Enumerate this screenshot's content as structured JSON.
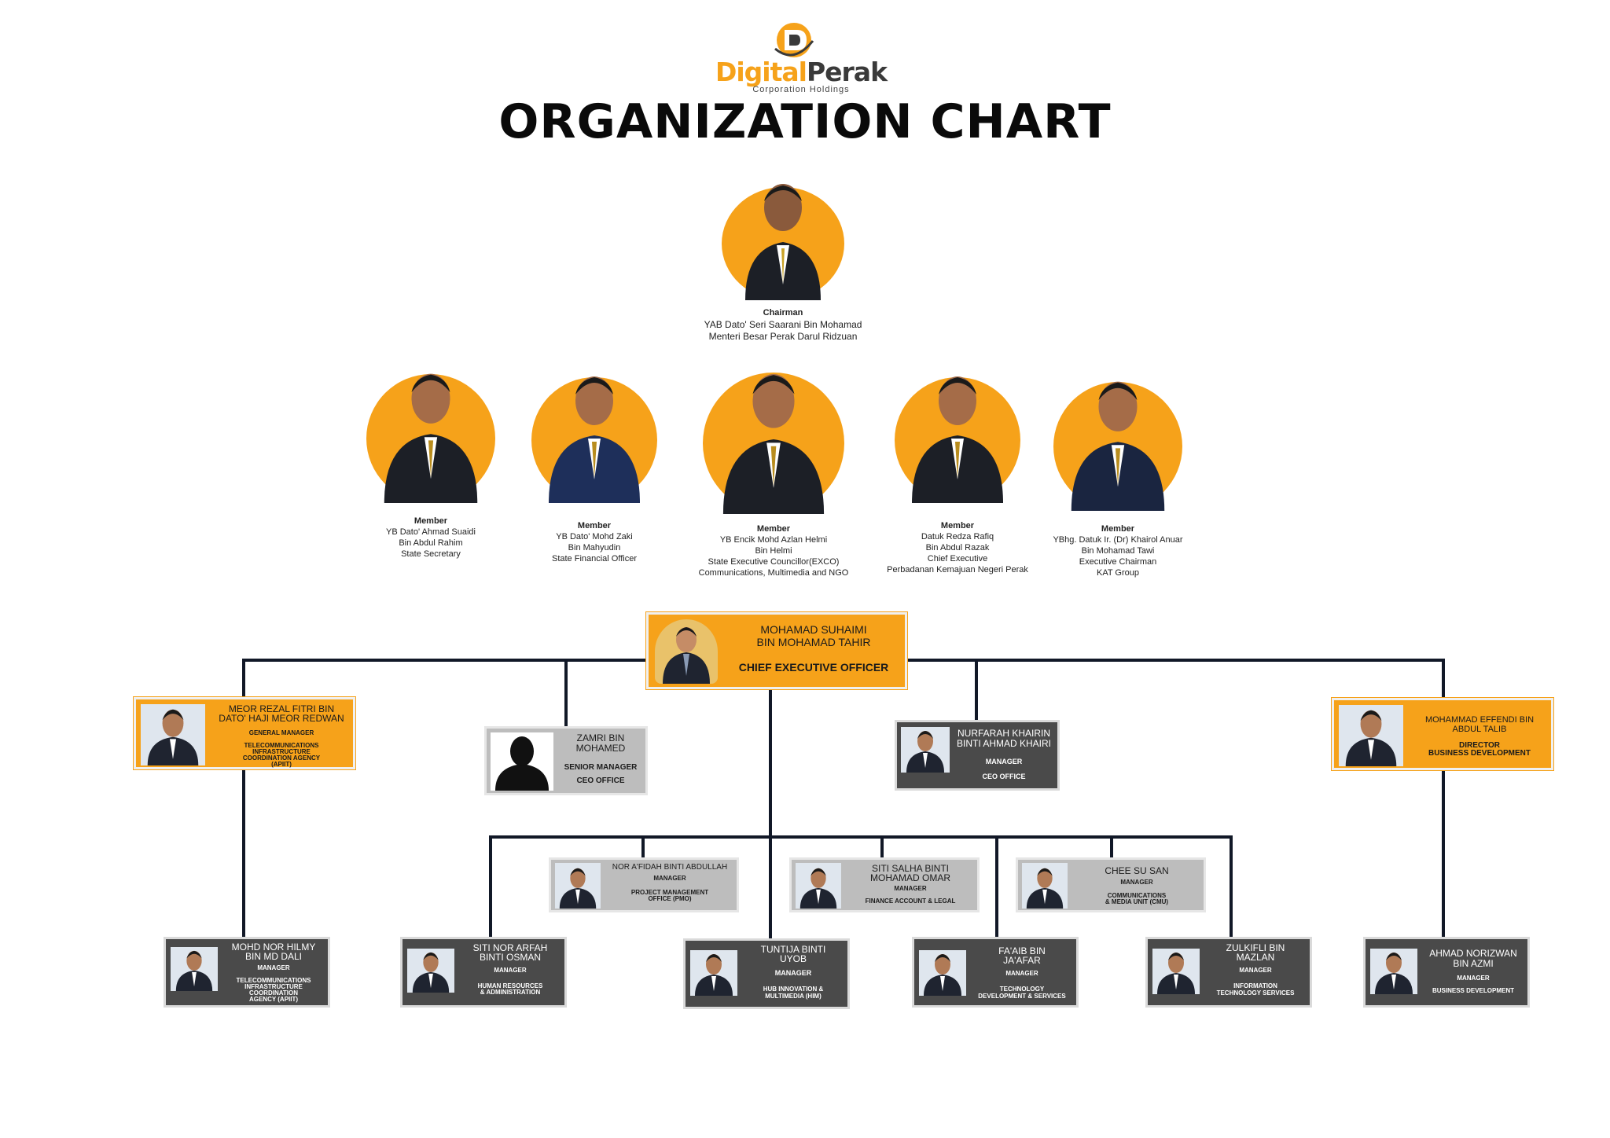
{
  "logo": {
    "name_part1": "Digital",
    "name_part2": "Perak",
    "tagline": "Corporation Holdings"
  },
  "title": "ORGANIZATION CHART",
  "chairman": {
    "role": "Chairman",
    "line1": "YAB Dato' Seri Saarani Bin Mohamad",
    "line2": "Menteri Besar Perak Darul Ridzuan"
  },
  "board": [
    {
      "role": "Member",
      "lines": [
        "YB Dato' Ahmad Suaidi",
        "Bin Abdul Rahim",
        "State Secretary"
      ]
    },
    {
      "role": "Member",
      "lines": [
        "YB Dato' Mohd Zaki",
        "Bin Mahyudin",
        "State Financial Officer"
      ]
    },
    {
      "role": "Member",
      "lines": [
        "YB Encik Mohd Azlan Helmi",
        "Bin Helmi",
        "State Executive Councillor(EXCO)",
        "Communications, Multimedia and NGO"
      ]
    },
    {
      "role": "Member",
      "lines": [
        "Datuk Redza Rafiq",
        "Bin Abdul Razak",
        "Chief Executive",
        "Perbadanan Kemajuan Negeri Perak"
      ]
    },
    {
      "role": "Member",
      "lines": [
        "YBhg. Datuk Ir. (Dr) Khairol Anuar",
        "Bin Mohamad Tawi",
        "Executive Chairman",
        "KAT Group"
      ]
    }
  ],
  "ceo": {
    "name1": "MOHAMAD SUHAIMI",
    "name2": "BIN MOHAMAD TAHIR",
    "role": "CHIEF EXECUTIVE OFFICER"
  },
  "gm": {
    "name1": "MEOR REZAL FITRI BIN",
    "name2": "DATO' HAJI MEOR REDWAN",
    "role": "GENERAL MANAGER",
    "dept1": "TELECOMMUNICATIONS",
    "dept2": "INFRASTRUCTURE",
    "dept3": "COORDINATION AGENCY",
    "dept4": "(APIIT)"
  },
  "zamri": {
    "name1": "ZAMRI BIN",
    "name2": "MOHAMED",
    "role": "SENIOR MANAGER",
    "dept": "CEO OFFICE"
  },
  "nurfarah": {
    "name1": "NURFARAH KHAIRIN",
    "name2": "BINTI AHMAD KHAIRI",
    "role": "MANAGER",
    "dept": "CEO OFFICE"
  },
  "director": {
    "name1": "MOHAMMAD EFFENDI BIN",
    "name2": "ABDUL TALIB",
    "role": "DIRECTOR",
    "dept": "BUSINESS DEVELOPMENT"
  },
  "afidah": {
    "name1": "NOR A'FIDAH BINTI ABDULLAH",
    "role": "MANAGER",
    "dept1": "PROJECT MANAGEMENT",
    "dept2": "OFFICE (PMO)"
  },
  "salha": {
    "name1": "SITI SALHA BINTI",
    "name2": "MOHAMAD OMAR",
    "role": "MANAGER",
    "dept": "FINANCE ACCOUNT & LEGAL"
  },
  "chee": {
    "name1": "CHEE SU SAN",
    "role": "MANAGER",
    "dept1": "COMMUNICATIONS",
    "dept2": "& MEDIA UNIT (CMU)"
  },
  "hilmy": {
    "name1": "MOHD NOR HILMY",
    "name2": "BIN MD DALI",
    "role": "MANAGER",
    "dept1": "TELECOMMUNICATIONS",
    "dept2": "INFRASTRUCTURE",
    "dept3": "COORDINATION",
    "dept4": "AGENCY (APIIT)"
  },
  "arfah": {
    "name1": "SITI NOR ARFAH",
    "name2": "BINTI OSMAN",
    "role": "MANAGER",
    "dept1": "HUMAN RESOURCES",
    "dept2": "& ADMINISTRATION"
  },
  "tuntija": {
    "name1": "TUNTIJA BINTI",
    "name2": "UYOB",
    "role": "MANAGER",
    "dept1": "HUB INNOVATION &",
    "dept2": "MULTIMEDIA (HIM)"
  },
  "faaib": {
    "name1": "FA'AIB BIN",
    "name2": "JA'AFAR",
    "role": "MANAGER",
    "dept1": "TECHNOLOGY",
    "dept2": "DEVELOPMENT & SERVICES"
  },
  "zulkifli": {
    "name1": "ZULKIFLI BIN",
    "name2": "MAZLAN",
    "role": "MANAGER",
    "dept1": "INFORMATION",
    "dept2": "TECHNOLOGY SERVICES"
  },
  "norizwan": {
    "name1": "AHMAD NORIZWAN",
    "name2": "BIN AZMI",
    "role": "MANAGER",
    "dept": "BUSINESS DEVELOPMENT"
  },
  "colors": {
    "accent": "#f6a21a",
    "dark_card": "#4a4a4a",
    "grey_card": "#bdbdbd",
    "line": "#111827"
  }
}
